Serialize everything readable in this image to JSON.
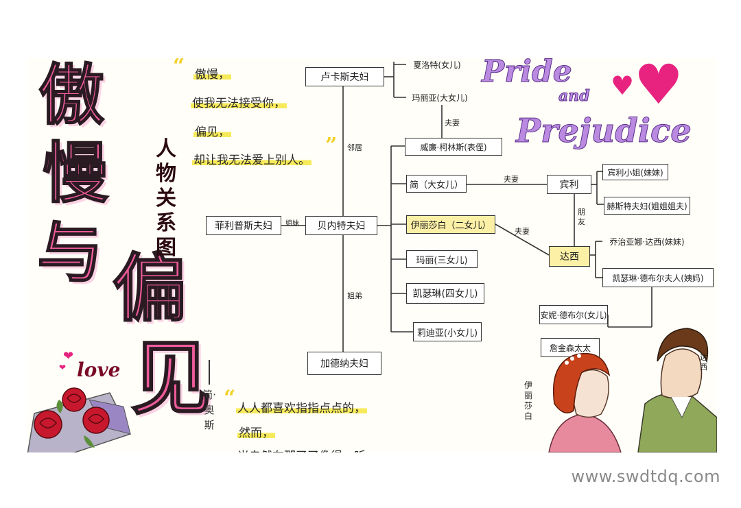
{
  "title": {
    "chars": [
      "傲",
      "慢",
      "与",
      "偏",
      "见"
    ],
    "subtitle": "人物关系图",
    "love": "love"
  },
  "quote_top": {
    "lines": [
      "傲慢，",
      "使我无法接受你，",
      "偏见，",
      "却让我无法爱上别人。"
    ]
  },
  "quote_bottom": {
    "lines": [
      "人人都喜欢指指点点的，",
      "然而，",
      "当自然在那了了像得一听"
    ],
    "author": "简·奥斯"
  },
  "diagram": {
    "nodes": {
      "lucas": "卢卡斯夫妇",
      "charlotte": "夏洛特(女儿)",
      "maria": "玛丽亚(大女儿)",
      "collins": "威廉·柯林斯(表侄)",
      "philips": "菲利普斯夫妇",
      "bennet": "贝内特夫妇",
      "jane": "简（大女儿）",
      "elizabeth": "伊丽莎白（二女儿）",
      "mary": "玛丽(三女儿)",
      "kitty": "凯瑟琳(四女儿)",
      "lydia": "莉迪亚(小女儿)",
      "gardiner": "加德纳夫妇",
      "bingley": "宾利",
      "miss_bingley": "宾利小姐(妹妹)",
      "hurst": "赫斯特夫妇(姐姐姐夫)",
      "darcy": "达西",
      "georgiana": "乔治亚娜·达西(妹妹)",
      "lady_catherine": "凯瑟琳·德布尔夫人(姨妈)",
      "anne": "安妮·德布尔(女儿)",
      "jenkinson": "詹金森太太"
    },
    "edges": {
      "neighbor": "邻居",
      "sisters": "姐妹",
      "siblings": "姐弟",
      "spouse_1": "夫妻",
      "spouse_2": "夫妻",
      "spouse_3": "夫妻",
      "friend": "朋友"
    }
  },
  "art": {
    "pride": "Pride",
    "and": "and",
    "prejudice": "Prejudice",
    "darcy_label": "达西",
    "elizabeth_label": "伊丽莎白"
  },
  "watermark": "www.swdtdq.com",
  "colors": {
    "title_pink": "#ee5b9a",
    "highlight_yellow": "#fbf0a6",
    "pride_purple": "#b98ae0",
    "heart_pink": "#e8237f"
  }
}
